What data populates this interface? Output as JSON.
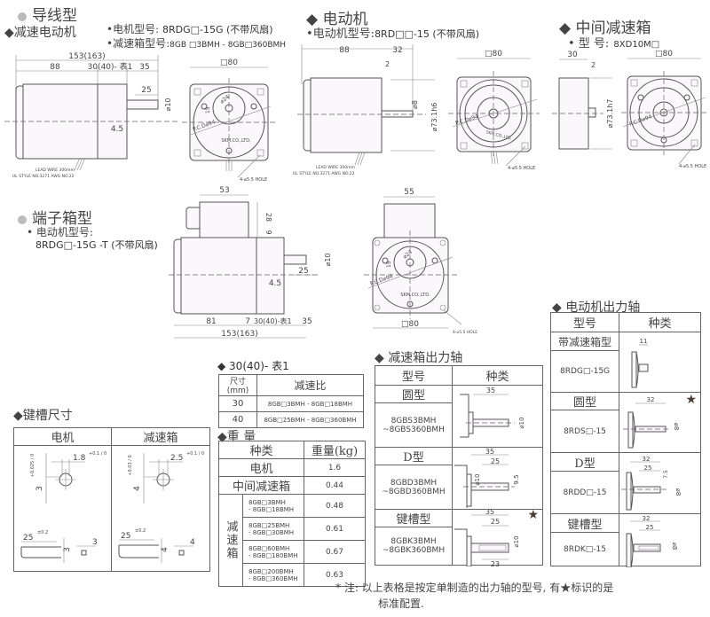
{
  "wire_type": {
    "title": "导线型",
    "subtitle": "减速电动机",
    "motor_model_label": "•电机型号:",
    "motor_model": "8RDG□-15G (不带风扇)",
    "gearbox_model_label": "•减速箱型号:",
    "gearbox_model": "8GB □3BMH - 8GB□360BMH",
    "dims": {
      "total": "153(163)",
      "body": "88",
      "gear": "30(40)- 表1",
      "shaft": "35",
      "key": "25",
      "shaft_dia": "⌀10",
      "offset": "4.5",
      "square": "□80",
      "pcd": "P.C.D⌀94",
      "d24": "⌀24",
      "d15": "15",
      "maker": "SKM.CO.,LTD.",
      "lead1": "LEAD WIRE 300mm",
      "lead2": "UL STYLE NO.3271 AWG NO.22",
      "holes": "4-⌀5.5 HOLE"
    }
  },
  "motor": {
    "title": "电动机",
    "model_label": "•电动机型号:",
    "model": "8RD□□-15 (不带风扇)",
    "dims": {
      "body": "88",
      "shaft": "32",
      "gap": "2",
      "shaft_dia": "⌀8",
      "pilot": "⌀73.1h6",
      "square": "□80",
      "pcd": "P.C.D⌀94",
      "maker": "SKM.CO.,LTD.",
      "lead1": "LEAD WIRE 300mm",
      "lead2": "UL STYLE NO.3271 AWG NO.22",
      "holes": "4-⌀5.5 HOLE"
    }
  },
  "intermediate": {
    "title": "中间减速箱",
    "model_label": "• 型 号:",
    "model": "8XD10M□",
    "dims": {
      "width": "30",
      "gap": "2",
      "pilot": "⌀73.1h7",
      "square": "□80",
      "pcd": "P.C.D⌀94",
      "holes": "4-⌀5.5 HOLE"
    }
  },
  "terminal": {
    "title": "端子箱型",
    "model_label": "• 电动机型号:",
    "model": "8RDG□-15G -T (不带风扇)",
    "dims": {
      "box_w": "53",
      "box_h": "28",
      "box_gap": "9",
      "shaft_dia": "⌀10",
      "key": "25",
      "offset": "4.5",
      "body": "81",
      "seg": "7",
      "gear": "30(40)-表1",
      "shaft": "35",
      "total": "153(163)",
      "front_box": "55",
      "square": "□80",
      "pcd": "P.C.D⌀94",
      "d24": "⌀24",
      "d15": "15",
      "maker": "SKM.CO.,LTD.",
      "holes": "4-⌀5.5 HOLE"
    }
  },
  "table1": {
    "title": "30(40)- 表1",
    "headers": [
      "尺寸(mm)",
      "减速比"
    ],
    "rows": [
      [
        "30",
        "8GB□3BMH - 8GB□18BMH"
      ],
      [
        "40",
        "8GB□25BMH - 8GB□360BMH"
      ]
    ]
  },
  "weight": {
    "title": "重 量",
    "headers": [
      "种类",
      "重量(kg)"
    ],
    "motor": [
      "电机",
      "1.6"
    ],
    "intermediate": [
      "中间减速箱",
      "0.44"
    ],
    "gearbox_label": "减速箱",
    "gearbox_rows": [
      [
        "8GB□3BMH",
        "- 8GB□18BMH",
        "0.48"
      ],
      [
        "8GB□25BMH",
        "- 8GB□30BMH",
        "0.61"
      ],
      [
        "8GB□60BMH",
        "- 8GB□180BMH",
        "0.67"
      ],
      [
        "8GB□200BMH",
        "- 8GB□360BMH",
        "0.63"
      ]
    ]
  },
  "gear_shaft": {
    "title": "减速箱出力轴",
    "headers": [
      "型号",
      "种类"
    ],
    "rows": [
      {
        "type": "圆型",
        "model1": "8GBS3BMH",
        "model2": "~8GBS360BMH",
        "dims": [
          "35",
          "⌀10"
        ],
        "star": false
      },
      {
        "type": "D型",
        "model1": "8GBD3BMH",
        "model2": "~8GBD360BMH",
        "dims": [
          "35",
          "25",
          "⌀10",
          "9.5"
        ],
        "star": false
      },
      {
        "type": "键槽型",
        "model1": "8GBK3BMH",
        "model2": "~8GBK360BMH",
        "dims": [
          "35",
          "25",
          "⌀10",
          "23"
        ],
        "star": true
      }
    ]
  },
  "motor_shaft": {
    "title": "电动机出力轴",
    "headers": [
      "型号",
      "种类"
    ],
    "rows": [
      {
        "type": "带减速箱型",
        "model": "8RDG□-15G",
        "dims": [
          "11"
        ],
        "star": false
      },
      {
        "type": "圆型",
        "model": "8RDS□-15",
        "dims": [
          "32",
          "⌀8"
        ],
        "star": true
      },
      {
        "type": "D型",
        "model": "8RDD□-15",
        "dims": [
          "32",
          "25",
          "7.5",
          "⌀8"
        ],
        "star": false
      },
      {
        "type": "键槽型",
        "model": "8RDK□-15",
        "dims": [
          "32",
          "25",
          "⌀8"
        ],
        "star": false
      }
    ]
  },
  "keyway": {
    "title": "键槽尺寸",
    "headers": [
      "电机",
      "减速箱"
    ],
    "motor": {
      "depth": "3",
      "depth_tol": "+0.025 / 0",
      "width": "1.8",
      "width_tol": "+0.1 / 0",
      "len": "25",
      "len_tol": "±0.2",
      "h": "3",
      "w": "3"
    },
    "gearbox": {
      "depth": "4",
      "depth_tol": "+0.03 / 0",
      "width": "2.5",
      "width_tol": "+0.1 / 0",
      "len": "25",
      "len_tol": "±0.2",
      "h": "4",
      "w": "4"
    }
  },
  "note": {
    "line1": "* 注:  以上表格是按定单制造的出力轴的型号, 有★标识的是",
    "line2": "标准配置."
  },
  "colors": {
    "line": "#555555",
    "text": "#444444",
    "star": "#4a3a30",
    "accent_pink": "#c040c0"
  }
}
